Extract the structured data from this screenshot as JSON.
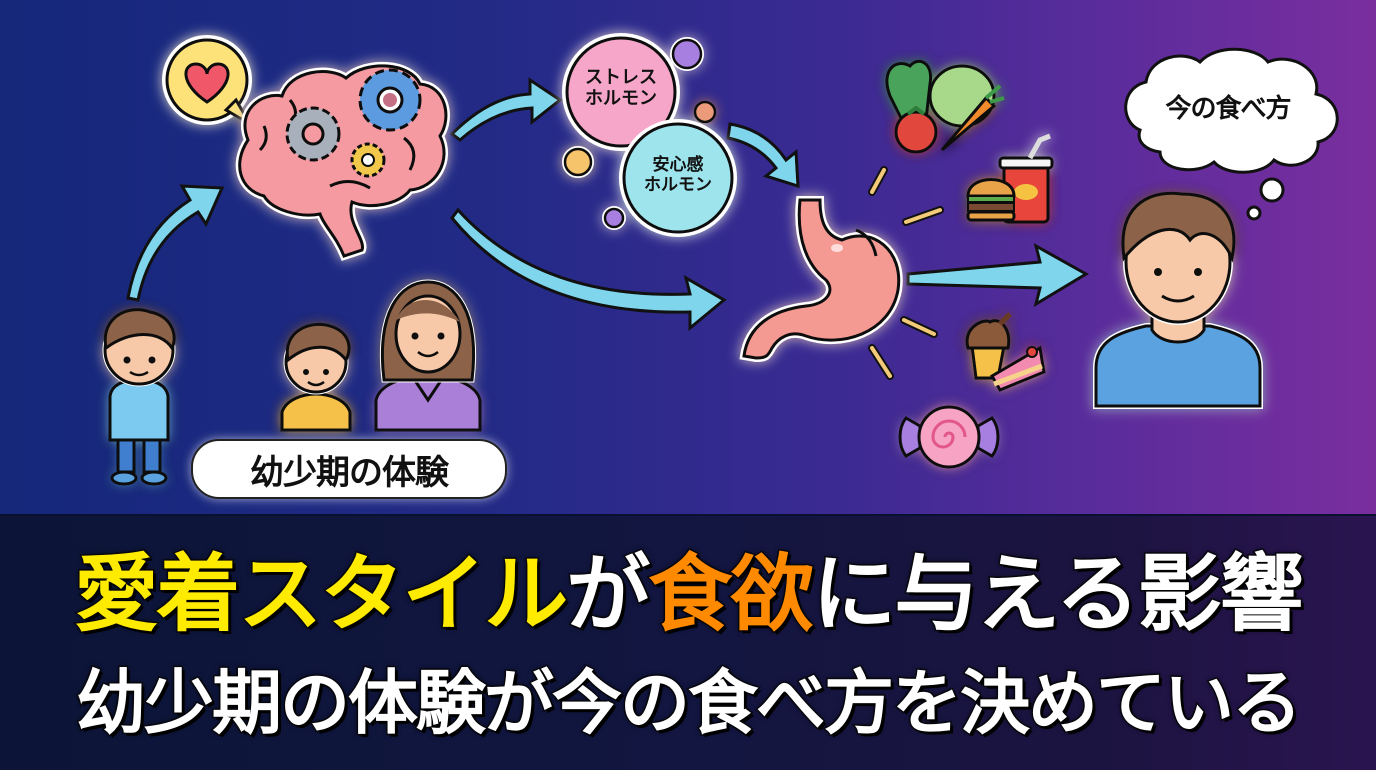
{
  "illustration": {
    "childhood_label": "幼少期の体験",
    "stress_hormone_label": [
      "ストレス",
      "ホルモン"
    ],
    "security_hormone_label": [
      "安心感",
      "ホルモン"
    ],
    "thought_bubble_label": "今の食べ方",
    "icons": [
      "heart-speech-icon",
      "brain-gears-icon",
      "child-icon",
      "mother-child-icon",
      "hormone-bubbles-icon",
      "stomach-icon",
      "vegetables-icon",
      "fast-food-icon",
      "sweets-icon",
      "candy-icon",
      "adult-man-icon",
      "arrow-icon"
    ]
  },
  "title": {
    "part1": "愛着スタイル",
    "part2": "が",
    "part3": "食欲",
    "part4": "に与える影響",
    "subtitle": "幼少期の体験が今の食べ方を決めている"
  },
  "colors": {
    "title_yellow": "#ffeb00",
    "title_orange": "#ff8a00",
    "arrow_cyan": "#7fd6ec",
    "bg_left": "#15287a",
    "bg_right": "#7a2e9e"
  }
}
